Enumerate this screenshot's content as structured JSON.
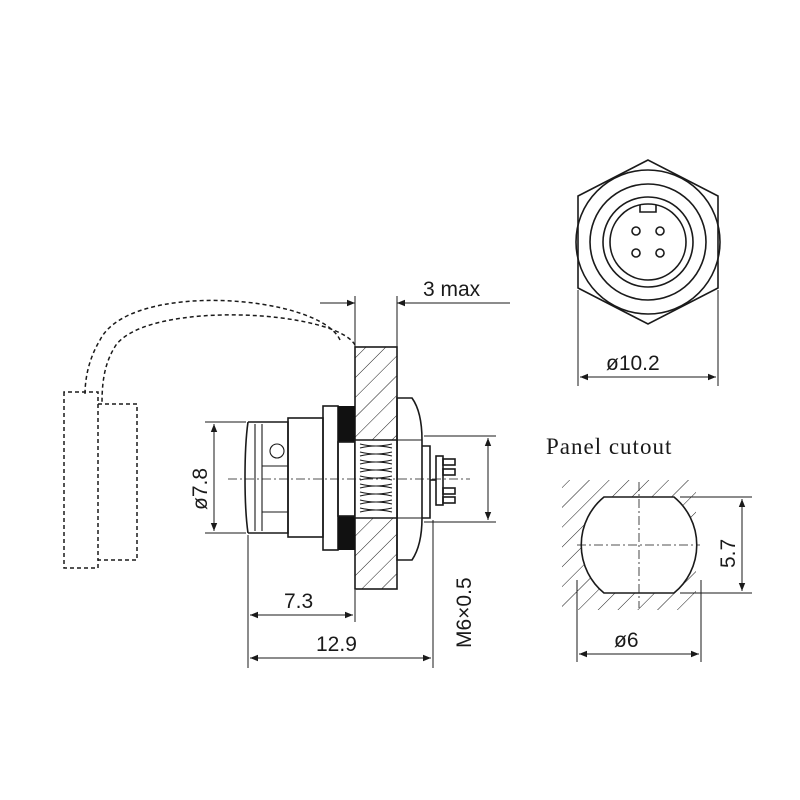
{
  "labels": {
    "panel_thickness": "3 max",
    "body_diameter": "ø7.8",
    "front_length": "7.3",
    "total_length": "12.9",
    "thread": "M6×0.5",
    "front_diameter": "ø10.2",
    "cutout_title": "Panel cutout",
    "cutout_height": "5.7",
    "cutout_diameter": "ø6"
  },
  "colors": {
    "ink": "#1a1a1a",
    "background": "#ffffff"
  }
}
